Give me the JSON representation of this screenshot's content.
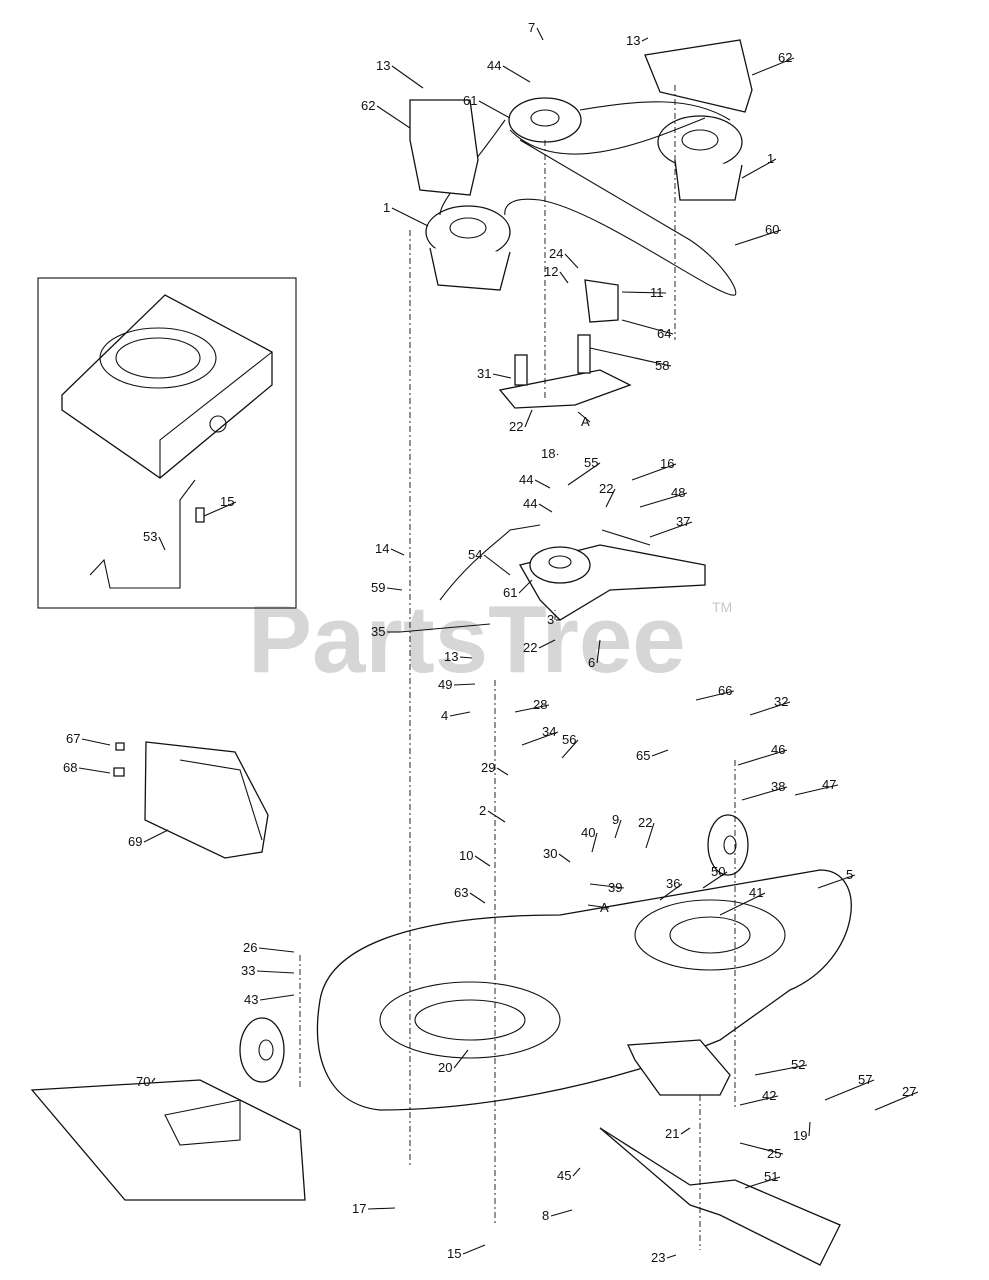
{
  "watermark": {
    "text": "PartsTree",
    "tm": "TM"
  },
  "callouts": [
    {
      "n": "7"
    },
    {
      "n": "13"
    },
    {
      "n": "44"
    },
    {
      "n": "62"
    },
    {
      "n": "61"
    },
    {
      "n": "13"
    },
    {
      "n": "62"
    },
    {
      "n": "1"
    },
    {
      "n": "1"
    },
    {
      "n": "60"
    },
    {
      "n": "24"
    },
    {
      "n": "12"
    },
    {
      "n": "11"
    },
    {
      "n": "64"
    },
    {
      "n": "58"
    },
    {
      "n": "31"
    },
    {
      "n": "22"
    },
    {
      "n": "A"
    },
    {
      "n": "18"
    },
    {
      "n": "55"
    },
    {
      "n": "16"
    },
    {
      "n": "44"
    },
    {
      "n": "22"
    },
    {
      "n": "48"
    },
    {
      "n": "44"
    },
    {
      "n": "37"
    },
    {
      "n": "15"
    },
    {
      "n": "53"
    },
    {
      "n": "14"
    },
    {
      "n": "54"
    },
    {
      "n": "59"
    },
    {
      "n": "61"
    },
    {
      "n": "3"
    },
    {
      "n": "35"
    },
    {
      "n": "22"
    },
    {
      "n": "6"
    },
    {
      "n": "13"
    },
    {
      "n": "49"
    },
    {
      "n": "66"
    },
    {
      "n": "4"
    },
    {
      "n": "28"
    },
    {
      "n": "32"
    },
    {
      "n": "67"
    },
    {
      "n": "34"
    },
    {
      "n": "56"
    },
    {
      "n": "65"
    },
    {
      "n": "68"
    },
    {
      "n": "29"
    },
    {
      "n": "46"
    },
    {
      "n": "2"
    },
    {
      "n": "38"
    },
    {
      "n": "47"
    },
    {
      "n": "69"
    },
    {
      "n": "40"
    },
    {
      "n": "9"
    },
    {
      "n": "22"
    },
    {
      "n": "30"
    },
    {
      "n": "10"
    },
    {
      "n": "50"
    },
    {
      "n": "5"
    },
    {
      "n": "36"
    },
    {
      "n": "39"
    },
    {
      "n": "63"
    },
    {
      "n": "A"
    },
    {
      "n": "41"
    },
    {
      "n": "26"
    },
    {
      "n": "33"
    },
    {
      "n": "43"
    },
    {
      "n": "20"
    },
    {
      "n": "52"
    },
    {
      "n": "70"
    },
    {
      "n": "57"
    },
    {
      "n": "27"
    },
    {
      "n": "42"
    },
    {
      "n": "19"
    },
    {
      "n": "21"
    },
    {
      "n": "25"
    },
    {
      "n": "45"
    },
    {
      "n": "51"
    },
    {
      "n": "17"
    },
    {
      "n": "8"
    },
    {
      "n": "15"
    },
    {
      "n": "23"
    }
  ]
}
